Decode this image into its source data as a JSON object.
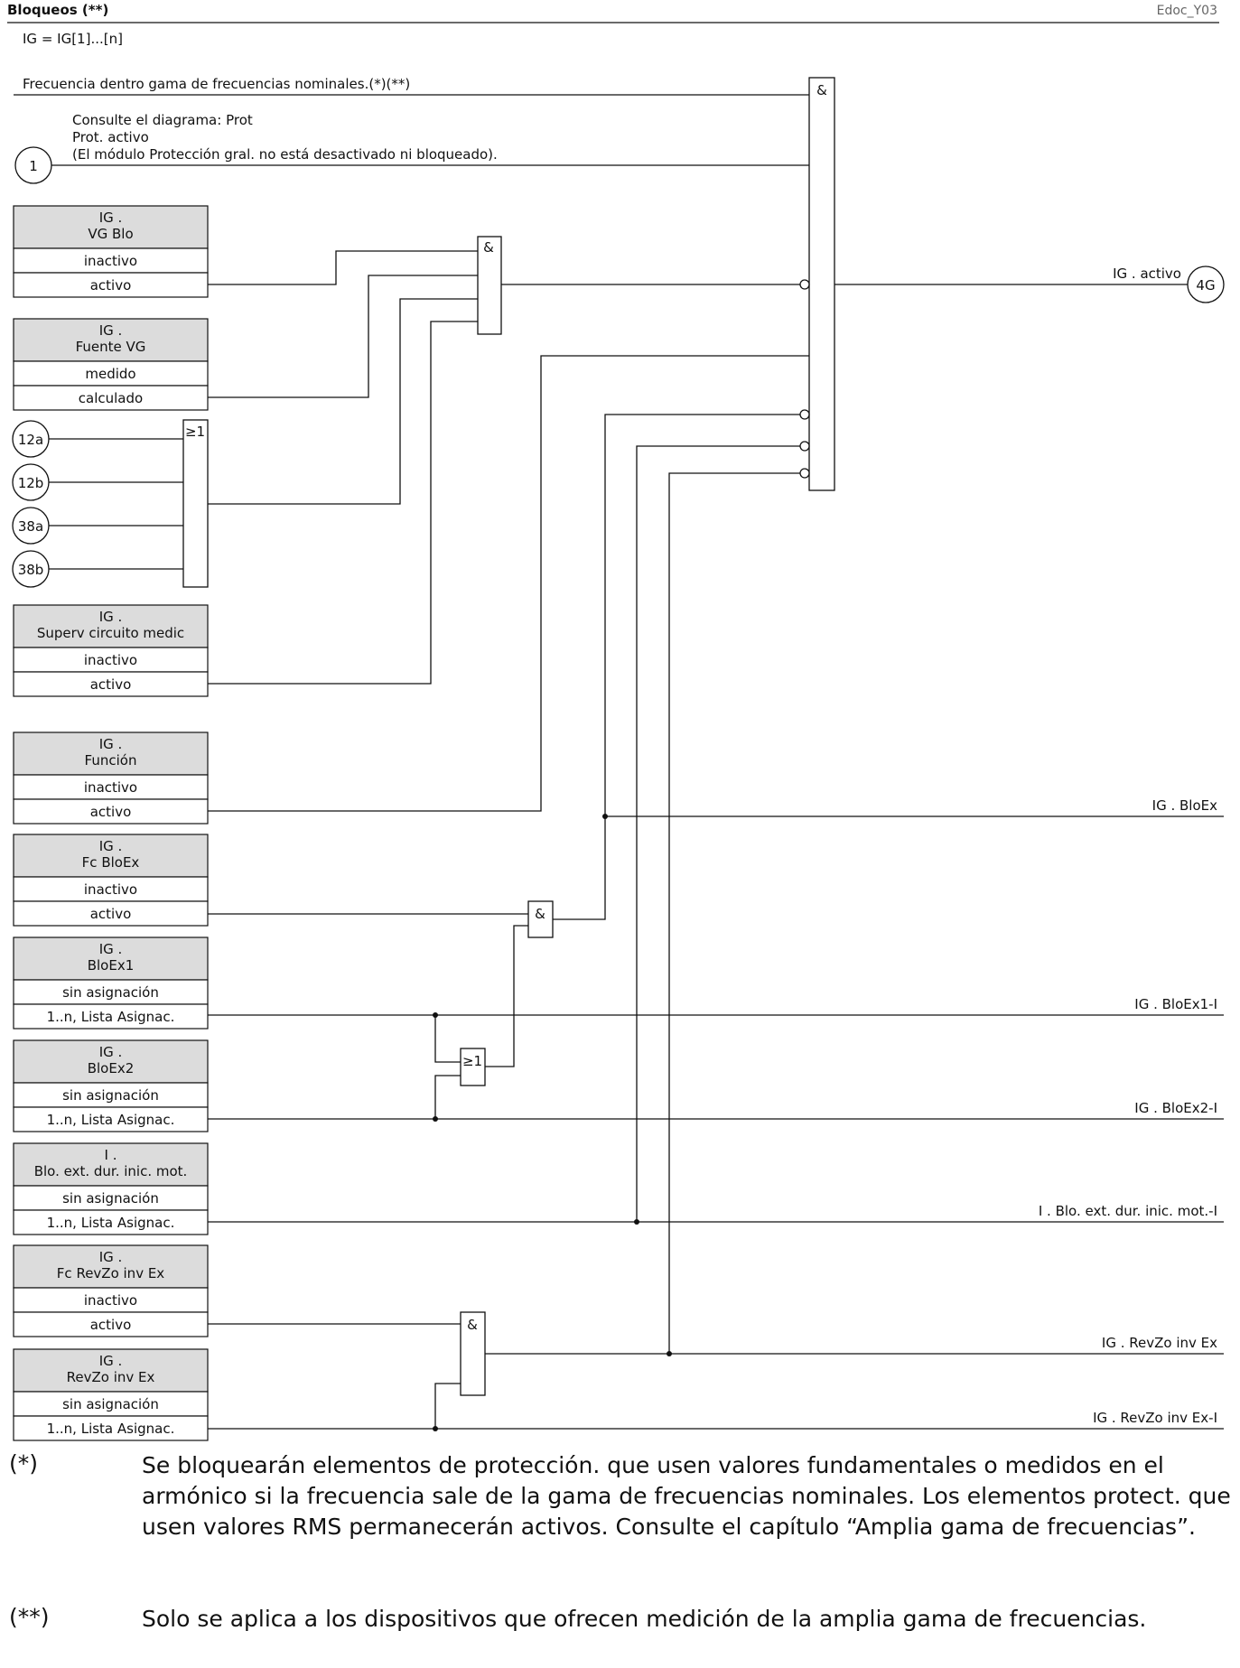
{
  "header": {
    "title": "Bloqueos (**)",
    "doc_id": "Edoc_Y03"
  },
  "subtitle": "IG = IG[1]...[n]",
  "inputs": {
    "freq": "Frecuencia dentro gama de frecuencias nominales.(*)(**)",
    "prot": [
      "Consulte el diagrama: Prot",
      "Prot. activo",
      "(El módulo Protección gral. no está desactivado ni bloqueado)."
    ]
  },
  "connectors": {
    "c1": "1",
    "c12a": "12a",
    "c12b": "12b",
    "c38a": "38a",
    "c38b": "38b",
    "c4g": "4G"
  },
  "gates": {
    "and": "&",
    "or": "≥1"
  },
  "param_boxes": [
    {
      "head": [
        "IG .",
        "VG Blo"
      ],
      "rows": [
        "inactivo",
        "activo"
      ]
    },
    {
      "head": [
        "IG .",
        "Fuente VG"
      ],
      "rows": [
        "medido",
        "calculado"
      ]
    },
    {
      "head": [
        "IG .",
        "Superv circuito medic"
      ],
      "rows": [
        "inactivo",
        "activo"
      ]
    },
    {
      "head": [
        "IG .",
        "Función"
      ],
      "rows": [
        "inactivo",
        "activo"
      ]
    },
    {
      "head": [
        "IG .",
        "Fc BloEx"
      ],
      "rows": [
        "inactivo",
        "activo"
      ]
    },
    {
      "head": [
        "IG .",
        "BloEx1"
      ],
      "rows": [
        "sin asignación",
        "1..n, Lista Asignac."
      ]
    },
    {
      "head": [
        "IG .",
        "BloEx2"
      ],
      "rows": [
        "sin asignación",
        "1..n, Lista Asignac."
      ]
    },
    {
      "head": [
        "I .",
        "Blo. ext. dur. inic. mot."
      ],
      "rows": [
        "sin asignación",
        "1..n, Lista Asignac."
      ]
    },
    {
      "head": [
        "IG .",
        "Fc RevZo inv Ex"
      ],
      "rows": [
        "inactivo",
        "activo"
      ]
    },
    {
      "head": [
        "IG .",
        "RevZo inv Ex"
      ],
      "rows": [
        "sin asignación",
        "1..n, Lista Asignac."
      ]
    }
  ],
  "outputs": {
    "activo": "IG . activo",
    "bloex": "IG . BloEx",
    "bloex1": "IG . BloEx1-I",
    "bloex2": "IG . BloEx2-I",
    "blo_mot": "I . Blo. ext. dur. inic. mot.-I",
    "revzo": "IG . RevZo inv Ex",
    "revzo_i": "IG . RevZo inv Ex-I"
  },
  "footnotes": [
    {
      "mark": "(*)",
      "text": "Se bloquearán elementos de protección. que usen valores fundamentales o medidos en el armónico si la frecuencia sale de la gama de frecuencias nominales. Los elementos protect. que usen valores RMS permanecerán activos. Consulte el capítulo “Amplia gama de frecuencias”."
    },
    {
      "mark": "(**)",
      "text": "Solo se aplica a los dispositivos que ofrecen medición de la amplia gama de frecuencias."
    }
  ]
}
